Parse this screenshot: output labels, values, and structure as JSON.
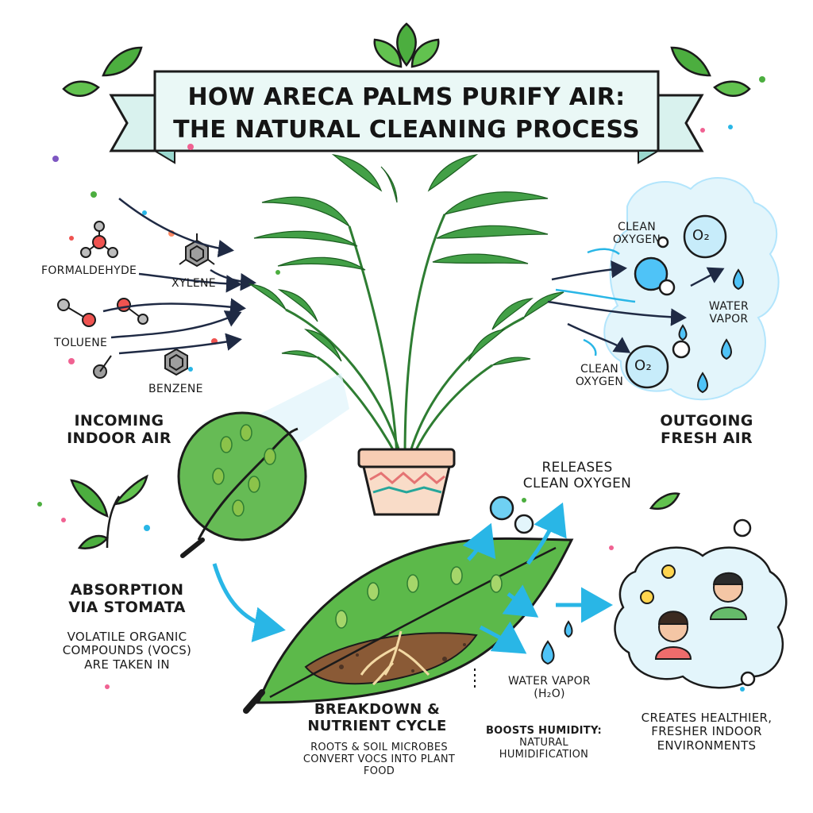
{
  "title": {
    "line1": "HOW ARECA PALMS PURIFY AIR:",
    "line2": "THE NATURAL CLEANING PROCESS"
  },
  "pollutants": {
    "formaldehyde": "FORMALDEHYDE",
    "xylene": "XYLENE",
    "toluene": "TOLUENE",
    "benzene": "BENZENE"
  },
  "incoming": {
    "line1": "INCOMING",
    "line2": "INDOOR AIR"
  },
  "outgoing": {
    "line1": "OUTGOING",
    "line2": "FRESH AIR",
    "clean_oxygen_top": {
      "line1": "CLEAN",
      "line2": "OXYGEN"
    },
    "clean_oxygen_bottom": {
      "line1": "CLEAN",
      "line2": "OXYGEN"
    },
    "water_vapor": {
      "line1": "WATER",
      "line2": "VAPOR"
    },
    "o2_symbol": "O₂"
  },
  "absorption": {
    "title_line1": "ABSORPTION",
    "title_line2": "VIA STOMATA",
    "desc_line1": "VOLATILE ORGANIC",
    "desc_line2": "COMPOUNDS (VOCs)",
    "desc_line3": "ARE TAKEN IN"
  },
  "releases": {
    "line1": "RELEASES",
    "line2": "CLEAN OXYGEN"
  },
  "breakdown": {
    "title_line1": "BREAKDOWN &",
    "title_line2": "NUTRIENT CYCLE",
    "desc_line1": "ROOTS & SOIL MICROBES",
    "desc_line2": "CONVERT VOCs INTO PLANT",
    "desc_line3": "FOOD"
  },
  "water_vapor": {
    "line1": "WATER VAPOR",
    "line2": "(H₂O)"
  },
  "humidity": {
    "line1": "BOOSTS HUMIDITY:",
    "line2": "NATURAL",
    "line3": "HUMIDIFICATION"
  },
  "healthier": {
    "line1": "CREATES HEALTHIER,",
    "line2": "FRESHER INDOOR",
    "line3": "ENVIRONMENTS"
  },
  "colors": {
    "leaf_green": "#4cae3f",
    "dark_green": "#2f7d32",
    "sky_blue": "#29b6e6",
    "cloud_blue": "#e3f5fb",
    "banner_fill": "#eaf8f6",
    "pot_fill": "#f7cdb4",
    "soil": "#8a5a36"
  }
}
